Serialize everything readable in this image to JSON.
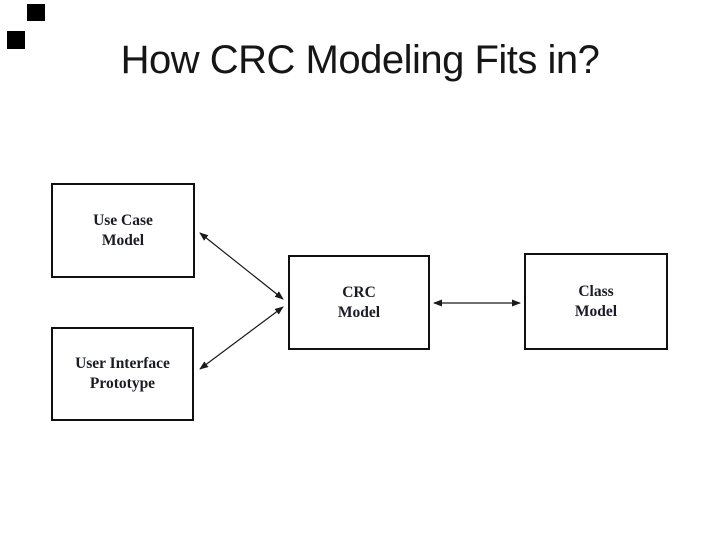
{
  "slide": {
    "title": "How CRC Modeling Fits in?",
    "background_color": "#ffffff",
    "title_color": "#161616",
    "accent_square_color": "#000000"
  },
  "diagram": {
    "box_border_color": "#101010",
    "box_text_color": "#1b1b26",
    "connector_color": "#1a1a1a",
    "boxes": [
      {
        "id": "use-case-model",
        "line1": "Use Case",
        "line2": "Model"
      },
      {
        "id": "user-interface-prototype",
        "line1": "User Interface",
        "line2": "Prototype"
      },
      {
        "id": "crc-model",
        "line1": "CRC",
        "line2": "Model"
      },
      {
        "id": "class-model",
        "line1": "Class",
        "line2": "Model"
      }
    ],
    "connectors": [
      {
        "from": "use-case-model",
        "to": "crc-model",
        "style": "double-headed-arrow"
      },
      {
        "from": "user-interface-prototype",
        "to": "crc-model",
        "style": "double-headed-arrow"
      },
      {
        "from": "crc-model",
        "to": "class-model",
        "style": "double-headed-arrow"
      }
    ]
  }
}
